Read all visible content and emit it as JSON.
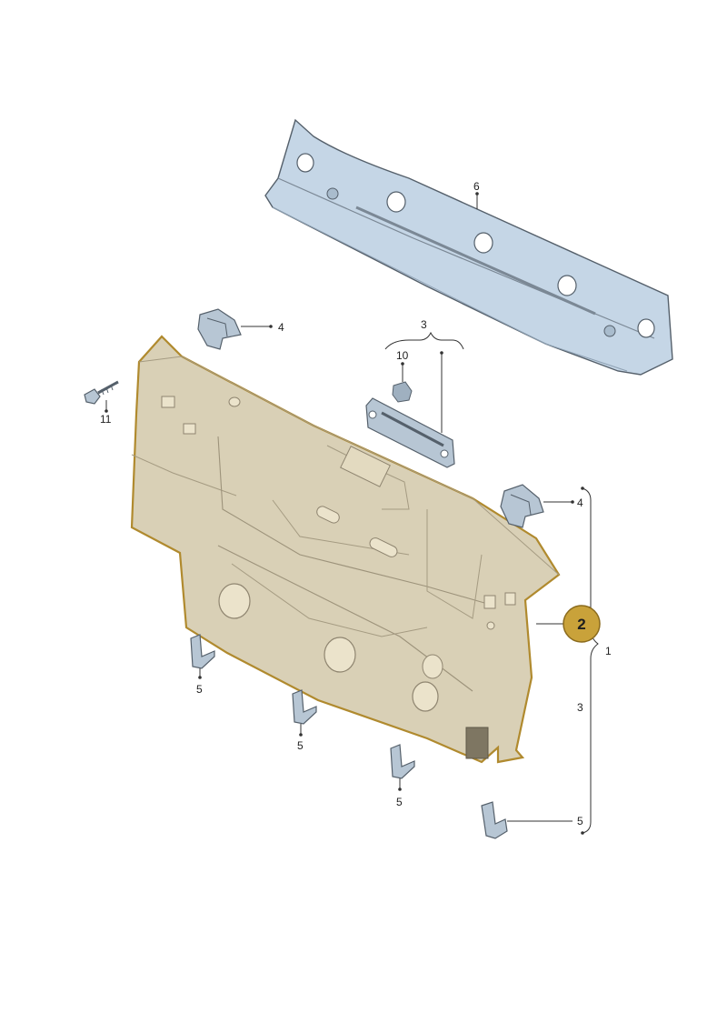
{
  "labels": {
    "p6": "6",
    "p4a": "4",
    "p3a": "3",
    "p10": "10",
    "p11": "11",
    "p4b": "4",
    "p1": "1",
    "p3b": "3",
    "p5a": "5",
    "p5b": "5",
    "p5c": "5",
    "p5d": "5"
  },
  "highlight": {
    "number": "2",
    "color": "#c9a23a"
  },
  "colors": {
    "bar_fill": "#c5d6e6",
    "bar_stroke": "#55606b",
    "panel_fill": "#d9d0b6",
    "panel_outline": "#b08a2e",
    "clip_fill": "#b7c6d4"
  }
}
